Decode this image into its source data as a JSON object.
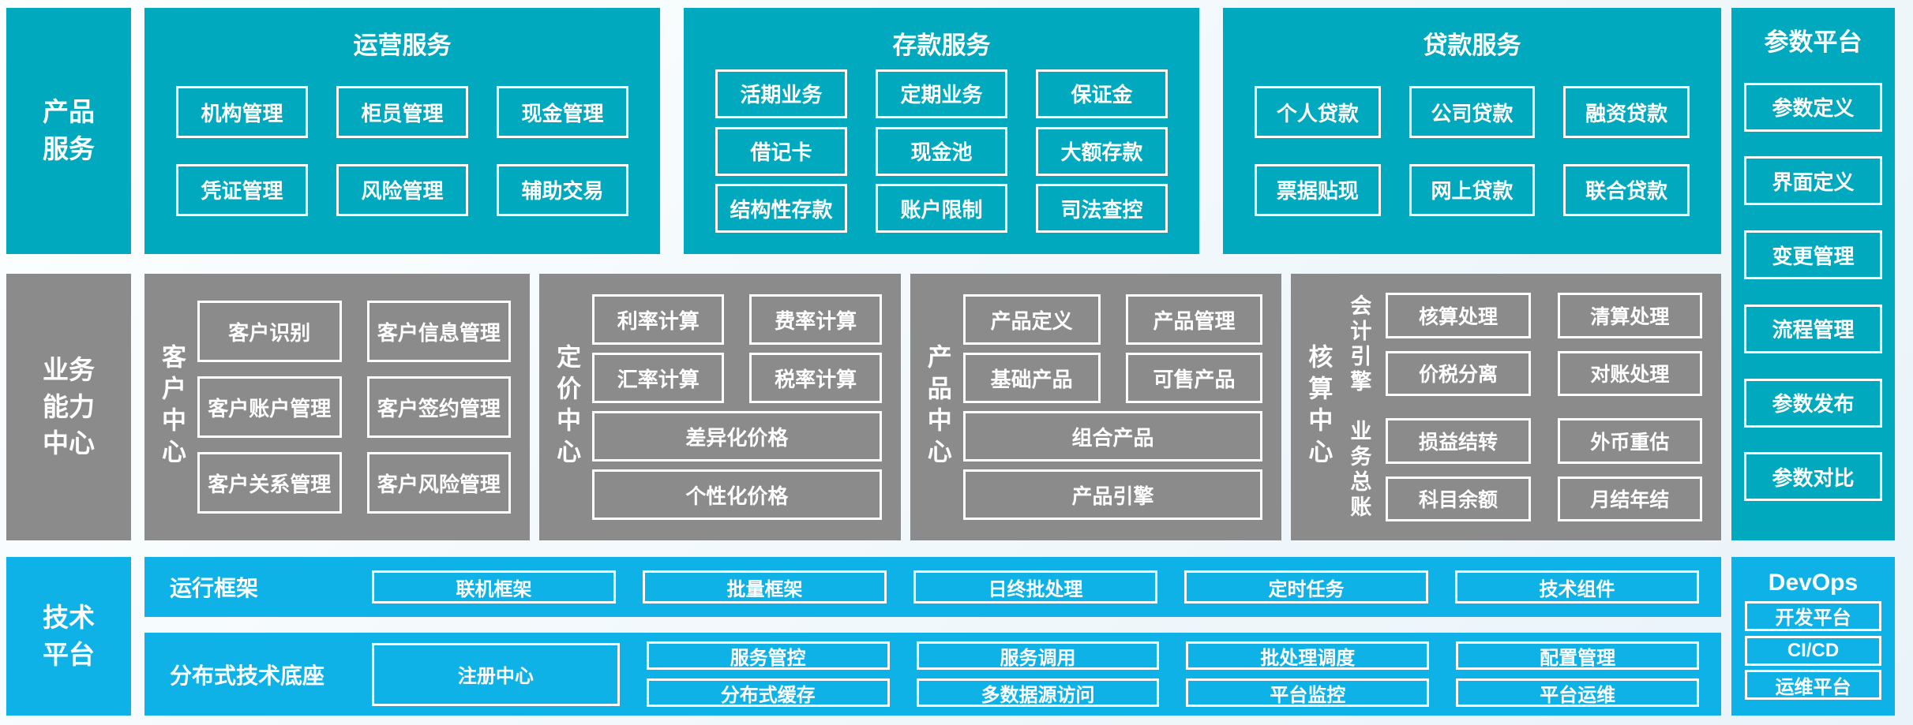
{
  "palette": {
    "teal": "#00a9bd",
    "gray": "#8b8b8b",
    "blue": "#0fb2e6",
    "text": "#ffffff",
    "background": "#f3f9fc"
  },
  "left_labels": {
    "product": [
      "产品",
      "服务"
    ],
    "business": [
      "业务",
      "能力",
      "中心"
    ],
    "tech": [
      "技术",
      "平台"
    ]
  },
  "sections": {
    "operations": {
      "title": "运营服务",
      "rows": [
        [
          "机构管理",
          "柜员管理",
          "现金管理"
        ],
        [
          "凭证管理",
          "风险管理",
          "辅助交易"
        ]
      ]
    },
    "deposit": {
      "title": "存款服务",
      "rows": [
        [
          "活期业务",
          "定期业务",
          "保证金"
        ],
        [
          "借记卡",
          "现金池",
          "大额存款"
        ],
        [
          "结构性存款",
          "账户限制",
          "司法查控"
        ]
      ]
    },
    "loan": {
      "title": "贷款服务",
      "rows": [
        [
          "个人贷款",
          "公司贷款",
          "融资贷款"
        ],
        [
          "票据贴现",
          "网上贷款",
          "联合贷款"
        ]
      ]
    },
    "parameter": {
      "title": "参数平台",
      "items": [
        "参数定义",
        "界面定义",
        "变更管理",
        "流程管理",
        "参数发布",
        "参数对比"
      ]
    },
    "customer": {
      "label": "客户中心",
      "rows": [
        [
          "客户识别",
          "客户信息管理"
        ],
        [
          "客户账户管理",
          "客户签约管理"
        ],
        [
          "客户关系管理",
          "客户风险管理"
        ]
      ]
    },
    "pricing": {
      "label": "定价中心",
      "rows": [
        [
          "利率计算",
          "费率计算"
        ],
        [
          "汇率计算",
          "税率计算"
        ]
      ],
      "wide": [
        "差异化价格",
        "个性化价格"
      ]
    },
    "product_center": {
      "label": "产品中心",
      "rows": [
        [
          "产品定义",
          "产品管理"
        ],
        [
          "基础产品",
          "可售产品"
        ]
      ],
      "wide": [
        "组合产品",
        "产品引擎"
      ]
    },
    "accounting": {
      "label": "核算中心",
      "groups": [
        {
          "label": "会计引擎",
          "rows": [
            [
              "核算处理",
              "清算处理"
            ],
            [
              "价税分离",
              "对账处理"
            ]
          ]
        },
        {
          "label": "业务总账",
          "rows": [
            [
              "损益结转",
              "外币重估"
            ],
            [
              "科目余额",
              "月结年结"
            ]
          ]
        }
      ]
    },
    "runtime": {
      "label": "运行框架",
      "items": [
        "联机框架",
        "批量框架",
        "日终批处理",
        "定时任务",
        "技术组件"
      ]
    },
    "distributed": {
      "label": "分布式技术底座",
      "registry": "注册中心",
      "stacks": [
        [
          "服务管控",
          "分布式缓存"
        ],
        [
          "服务调用",
          "多数据源访问"
        ],
        [
          "批处理调度",
          "平台监控"
        ],
        [
          "配置管理",
          "平台运维"
        ]
      ]
    },
    "devops": {
      "title": "DevOps",
      "items": [
        "开发平台",
        "CI/CD",
        "运维平台"
      ]
    }
  }
}
